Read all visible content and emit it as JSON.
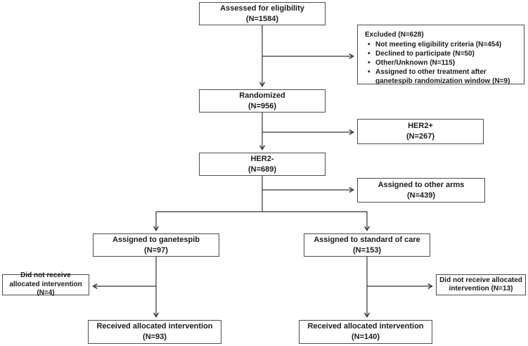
{
  "title": "Trial enrollment flow diagram",
  "colors": {
    "line": "#333333",
    "box_border": "#4d4d4d",
    "text": "#1a1a1a",
    "background": "#ffffff"
  },
  "nodes": {
    "assessed": {
      "label": "Assessed for eligibility",
      "n": "(N=1584)"
    },
    "excluded": {
      "title": "Excluded (N=628)",
      "items": [
        "Not meeting eligibility criteria (N=454)",
        "Declined to participate (N=50)",
        "Other/Unknown (N=115)",
        "Assigned to other treatment after ganetespib randomization window (N=9)"
      ]
    },
    "randomized": {
      "label": "Randomized",
      "n": "(N=956)"
    },
    "her2_positive": {
      "label": "HER2+",
      "n": "(N=267)"
    },
    "her2_negative": {
      "label": "HER2-",
      "n": "(N=689)"
    },
    "other_arms": {
      "label": "Assigned to other arms",
      "n": "(N=439)"
    },
    "ganetespib": {
      "label": "Assigned to ganetespib",
      "n": "(N=97)"
    },
    "standard_of_care": {
      "label": "Assigned to standard of care",
      "n": "(N=153)"
    },
    "not_received_left": {
      "label": "Did not receive allocated intervention",
      "n": "(N=4)"
    },
    "not_received_right": {
      "label": "Did not receive allocated intervention",
      "n": "(N=13)"
    },
    "received_left": {
      "label": "Received allocated intervention",
      "n": "(N=93)"
    },
    "received_right": {
      "label": "Received allocated intervention",
      "n": "(N=140)"
    }
  }
}
